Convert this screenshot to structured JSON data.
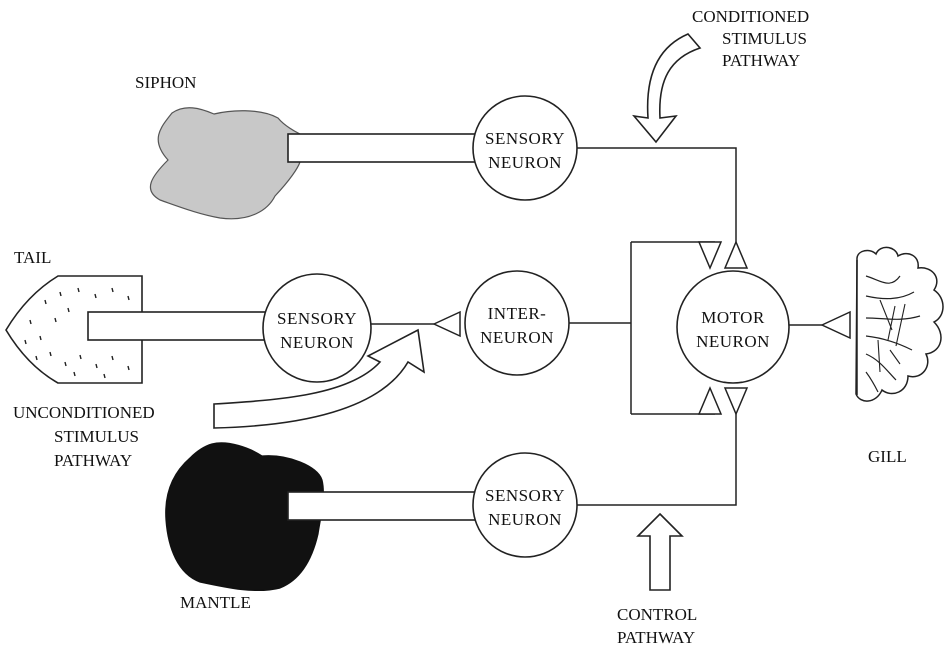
{
  "labels": {
    "siphon": "SIPHON",
    "tail": "TAIL",
    "mantle": "MANTLE",
    "gill": "GILL",
    "conditioned_pathway": [
      "CONDITIONED",
      "STIMULUS",
      "PATHWAY"
    ],
    "unconditioned_pathway": [
      "UNCONDITIONED",
      "STIMULUS",
      "PATHWAY"
    ],
    "control_pathway": [
      "CONTROL",
      "PATHWAY"
    ]
  },
  "neurons": {
    "sensory_siphon": [
      "SENSORY",
      "NEURON"
    ],
    "sensory_tail": [
      "SENSORY",
      "NEURON"
    ],
    "sensory_mantle": [
      "SENSORY",
      "NEURON"
    ],
    "interneuron": [
      "INTER-",
      "NEURON"
    ],
    "motor": [
      "MOTOR",
      "NEURON"
    ]
  },
  "colors": {
    "siphon_fill": "#c8c8c8",
    "mantle_fill": "#111111",
    "tail_fill": "#ffffff",
    "line": "#222222"
  }
}
